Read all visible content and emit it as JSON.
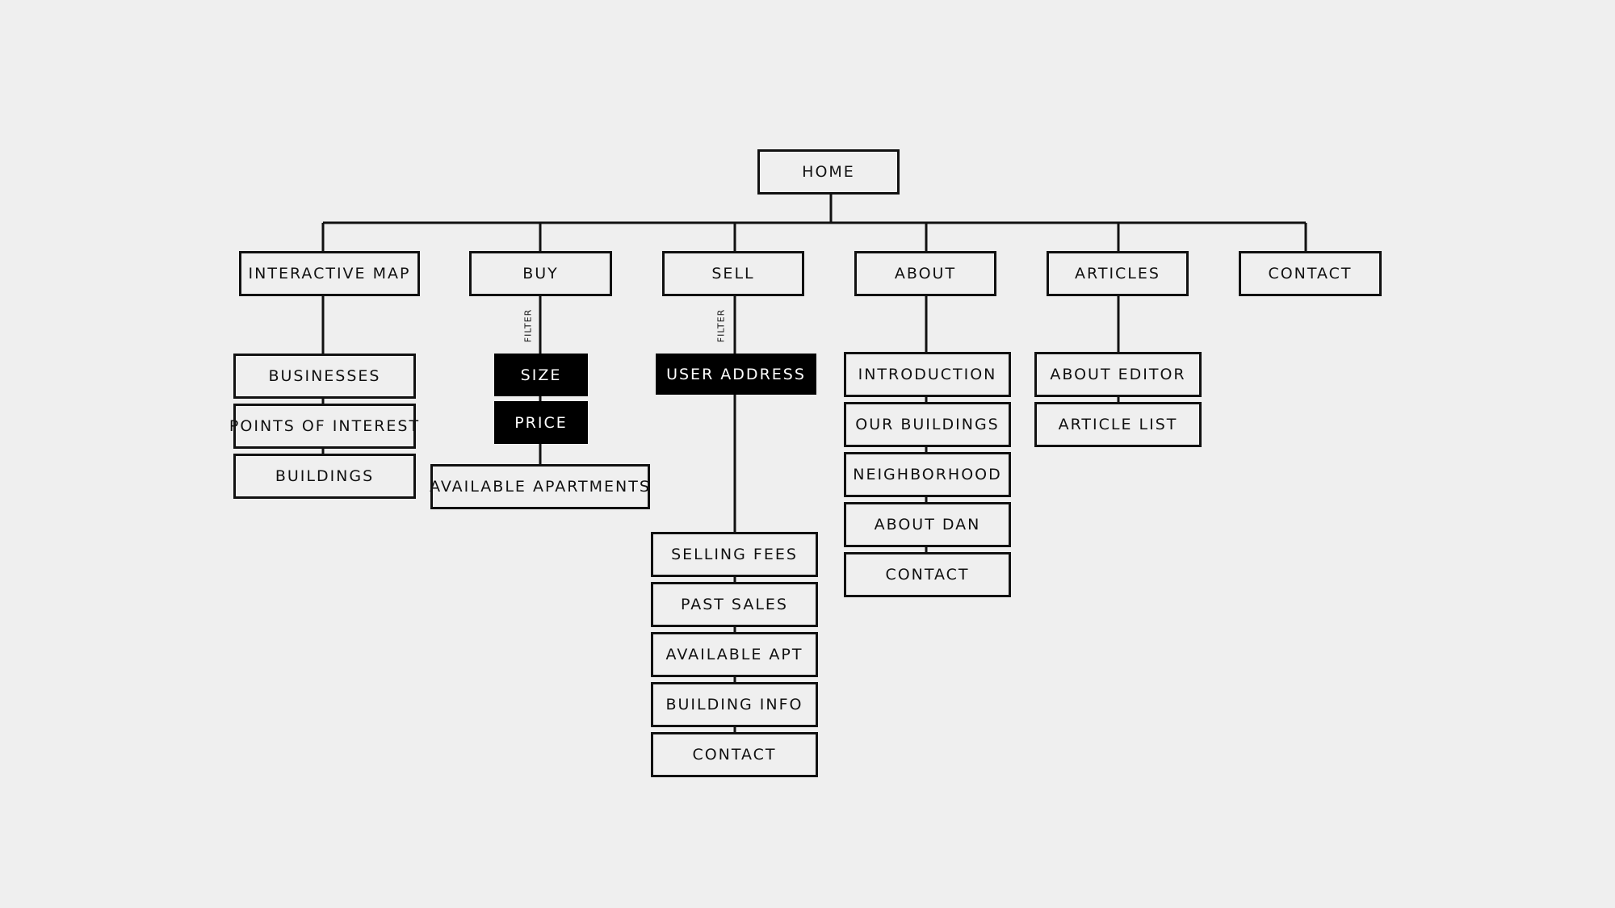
{
  "home": "HOME",
  "sections": {
    "interactive_map": "INTERACTIVE MAP",
    "buy": "BUY",
    "sell": "SELL",
    "about": "ABOUT",
    "articles": "ARTICLES",
    "contact": "CONTACT"
  },
  "interactive_map": {
    "businesses": "BUSINESSES",
    "points_of_interest": "POINTS OF INTEREST",
    "buildings": "BUILDINGS"
  },
  "buy": {
    "filter": "FILTER",
    "size": "SIZE",
    "price": "PRICE",
    "available_apartments": "AVAILABLE APARTMENTS"
  },
  "sell": {
    "filter": "FILTER",
    "user_address": "USER ADDRESS",
    "selling_fees": "SELLING FEES",
    "past_sales": "PAST SALES",
    "available_apt": "AVAILABLE APT",
    "building_info": "BUILDING INFO",
    "contact": "CONTACT"
  },
  "about": {
    "introduction": "INTRODUCTION",
    "our_buildings": "OUR BUILDINGS",
    "neighborhood": "NEIGHBORHOOD",
    "about_dan": "ABOUT DAN",
    "contact": "CONTACT"
  },
  "articles": {
    "about_editor": "ABOUT EDITOR",
    "article_list": "ARTICLE LIST"
  },
  "colors": {
    "background": "#efefef",
    "ink": "#111111",
    "highlight": "#000000"
  }
}
